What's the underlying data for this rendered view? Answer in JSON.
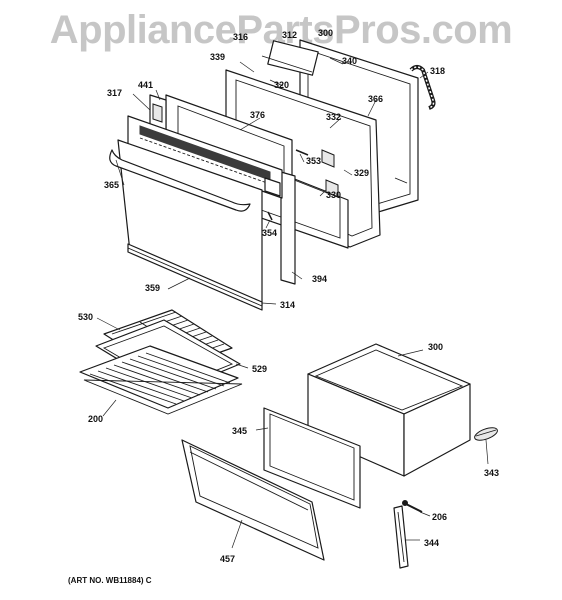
{
  "watermark": "AppliancePartsPros.com",
  "art_number": "(ART NO. WB11884) C",
  "callouts": {
    "c318": "318",
    "c320": "320",
    "c314": "314",
    "c317": "317",
    "c329": "329",
    "c330": "330",
    "c332": "332",
    "c339": "339",
    "c340": "340",
    "c343": "343",
    "c344": "344",
    "c345": "345",
    "c353": "353",
    "c354": "354",
    "c359": "359",
    "c365": "365",
    "c366": "366",
    "c376": "376",
    "c394": "394",
    "c441": "441",
    "c457": "457",
    "c529": "529",
    "c530": "530",
    "c200": "200",
    "c206": "206",
    "c300": "300",
    "c312": "312",
    "c316": "316"
  }
}
